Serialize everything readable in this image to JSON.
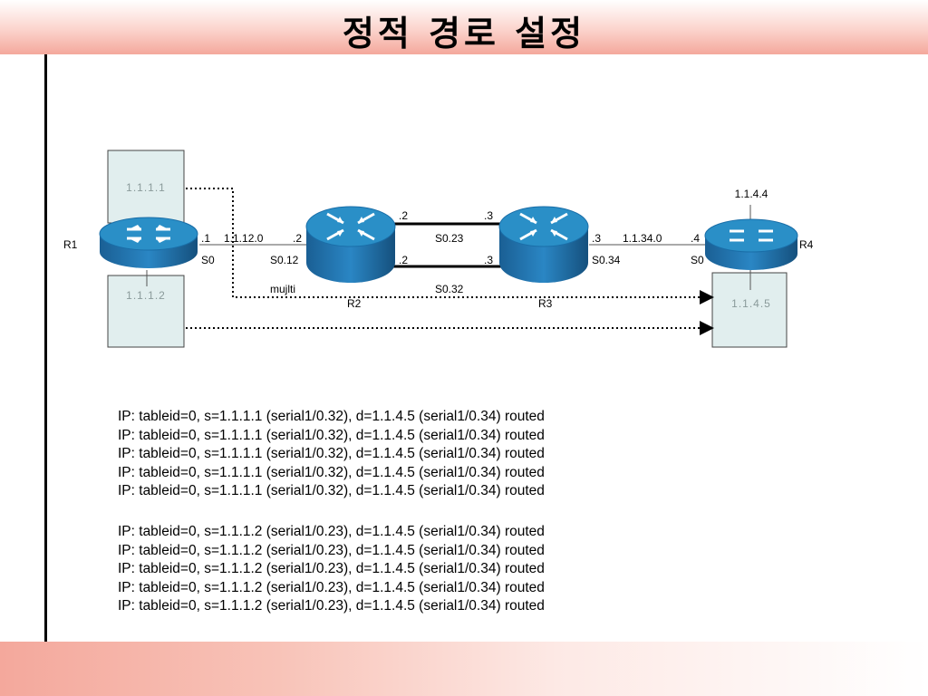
{
  "title": "정적 경로 설정",
  "diagram": {
    "routers": {
      "r1": "R1",
      "r2": "R2",
      "r3": "R3",
      "r4": "R4"
    },
    "hosts": {
      "h1": "1.1.1.1",
      "h2": "1.1.1.2",
      "h4": "1.1.4.4",
      "h5": "1.1.4.5"
    },
    "links": {
      "net12": "1.1.12.0",
      "r1_addr": ".1",
      "r1_if": "S0",
      "r2_addr12": ".2",
      "r2_if12": "S0.12",
      "multi": "mujlti",
      "top_r2_addr": ".2",
      "top_r3_addr": ".3",
      "top_if": "S0.23",
      "bot_r2_addr": ".2",
      "bot_r3_addr": ".3",
      "bot_if": "S0.32",
      "net34": "1.1.34.0",
      "r3_addr34": ".3",
      "r3_if34": "S0.34",
      "r4_addr": ".4",
      "r4_if": "S0"
    },
    "colors": {
      "router_top": "#2a8fc7",
      "router_body": "#1a6ea8",
      "host_fill": "#e1eeee",
      "host_border": "#444444"
    }
  },
  "log_group_1": [
    "IP: tableid=0, s=1.1.1.1 (serial1/0.32), d=1.1.4.5 (serial1/0.34) routed",
    "IP: tableid=0, s=1.1.1.1 (serial1/0.32), d=1.1.4.5 (serial1/0.34) routed",
    "IP: tableid=0, s=1.1.1.1 (serial1/0.32), d=1.1.4.5 (serial1/0.34) routed",
    "IP: tableid=0, s=1.1.1.1 (serial1/0.32), d=1.1.4.5 (serial1/0.34) routed",
    "IP: tableid=0, s=1.1.1.1 (serial1/0.32), d=1.1.4.5 (serial1/0.34) routed"
  ],
  "log_group_2": [
    "IP: tableid=0, s=1.1.1.2 (serial1/0.23), d=1.1.4.5 (serial1/0.34) routed",
    "IP: tableid=0, s=1.1.1.2 (serial1/0.23), d=1.1.4.5 (serial1/0.34) routed",
    "IP: tableid=0, s=1.1.1.2 (serial1/0.23), d=1.1.4.5 (serial1/0.34) routed",
    "IP: tableid=0, s=1.1.1.2 (serial1/0.23), d=1.1.4.5 (serial1/0.34) routed",
    "IP: tableid=0, s=1.1.1.2 (serial1/0.23), d=1.1.4.5 (serial1/0.34) routed"
  ]
}
